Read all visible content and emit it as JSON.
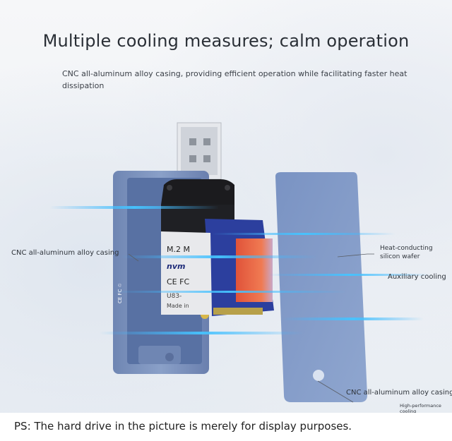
{
  "title": "Multiple cooling measures; calm operation",
  "subtitle": "CNC all-aluminum alloy casing, providing efficient operation while facilitating faster heat dissipation",
  "labels": {
    "left_casing": "CNC all-aluminum alloy casing",
    "heat_wafer": "Heat-conducting silicon wafer",
    "aux_cooling": "Auxiliary cooling",
    "right_casing": "CNC all-aluminum alloy casing",
    "high_perf": "High-performance cooling"
  },
  "chip": {
    "m2": "M.2 M",
    "brand": "nvm",
    "ce": "CE FC",
    "model": "U83-",
    "made": "Made in"
  },
  "footer": "PS: The hard drive in the picture is merely for display purposes.",
  "colors": {
    "casing": "#7e95bf",
    "heat_pad": "#e2623f",
    "pcb": "#2c3f9e"
  }
}
